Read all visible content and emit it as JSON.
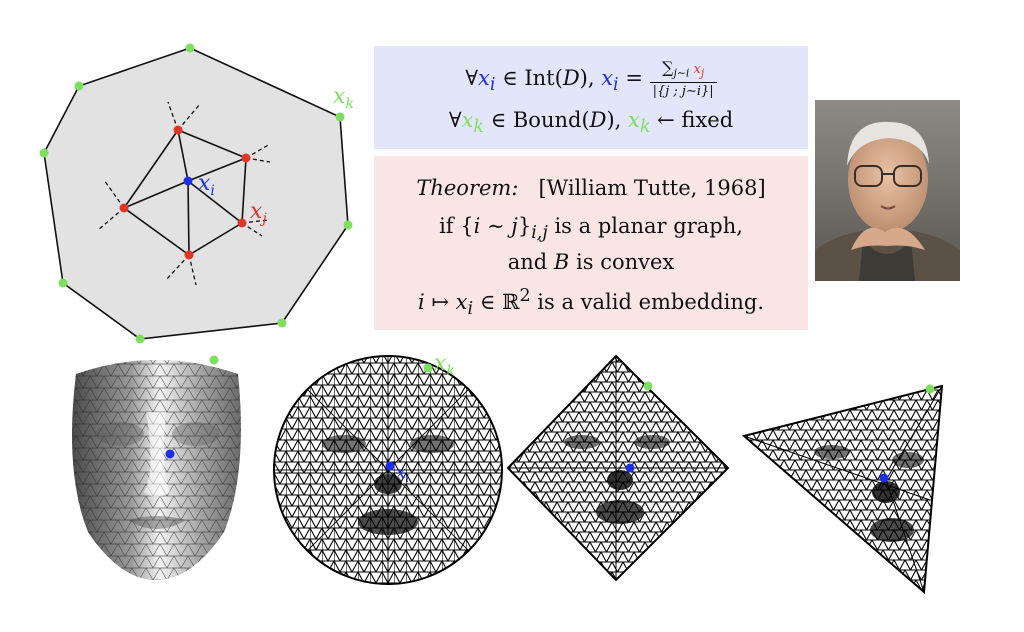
{
  "labels": {
    "xi": "x",
    "xi_sub": "i",
    "xj": "x",
    "xj_sub": "j",
    "xk": "x",
    "xk_sub": "k"
  },
  "equations": {
    "line1": {
      "forall": "∀",
      "x": "x",
      "sub_i": "i",
      "in_int": " ∈ Int(",
      "D": "D",
      "close": "), ",
      "x2": "x",
      "sub_i2": "i",
      "eq": " = ",
      "num_sum": "∑",
      "num_sub": "j∼i",
      "num_x": "x",
      "num_xsub": "j",
      "den": "|{j ; j∼i}|"
    },
    "line2": {
      "forall": "∀",
      "x": "x",
      "sub_k": "k",
      "in_bound": " ∈ Bound(",
      "D": "D",
      "close": "), ",
      "x2": "x",
      "sub_k2": "k",
      "arrow": " ← fixed"
    }
  },
  "theorem": {
    "heading": "Theorem:",
    "citation": "[William Tutte, 1968]",
    "line2_a": "if {",
    "line2_i": "i",
    "line2_sim": " ∼ ",
    "line2_j": "j",
    "line2_b": "}",
    "line2_sub": "i,j",
    "line2_c": " is a planar graph,",
    "line3_a": "and ",
    "line3_B": "B",
    "line3_b": " is convex",
    "line4_i": "i",
    "line4_map": " ↦ ",
    "line4_x": "x",
    "line4_sub": "i",
    "line4_in": " ∈ ℝ",
    "line4_sup": "2",
    "line4_rest": " is a valid embedding."
  },
  "colors": {
    "blue": "#1f2fe6",
    "green": "#7ede5e",
    "red": "#e0362a",
    "eq_bg": "#e3e6fa",
    "thm_bg": "#fae5e5",
    "poly_fill": "#e2e2e2"
  },
  "images": {
    "portrait": "portrait-photo",
    "face": "3d-face-mesh",
    "disk": "disk-parameterization",
    "square": "square-parameterization",
    "triangle": "triangle-parameterization"
  }
}
